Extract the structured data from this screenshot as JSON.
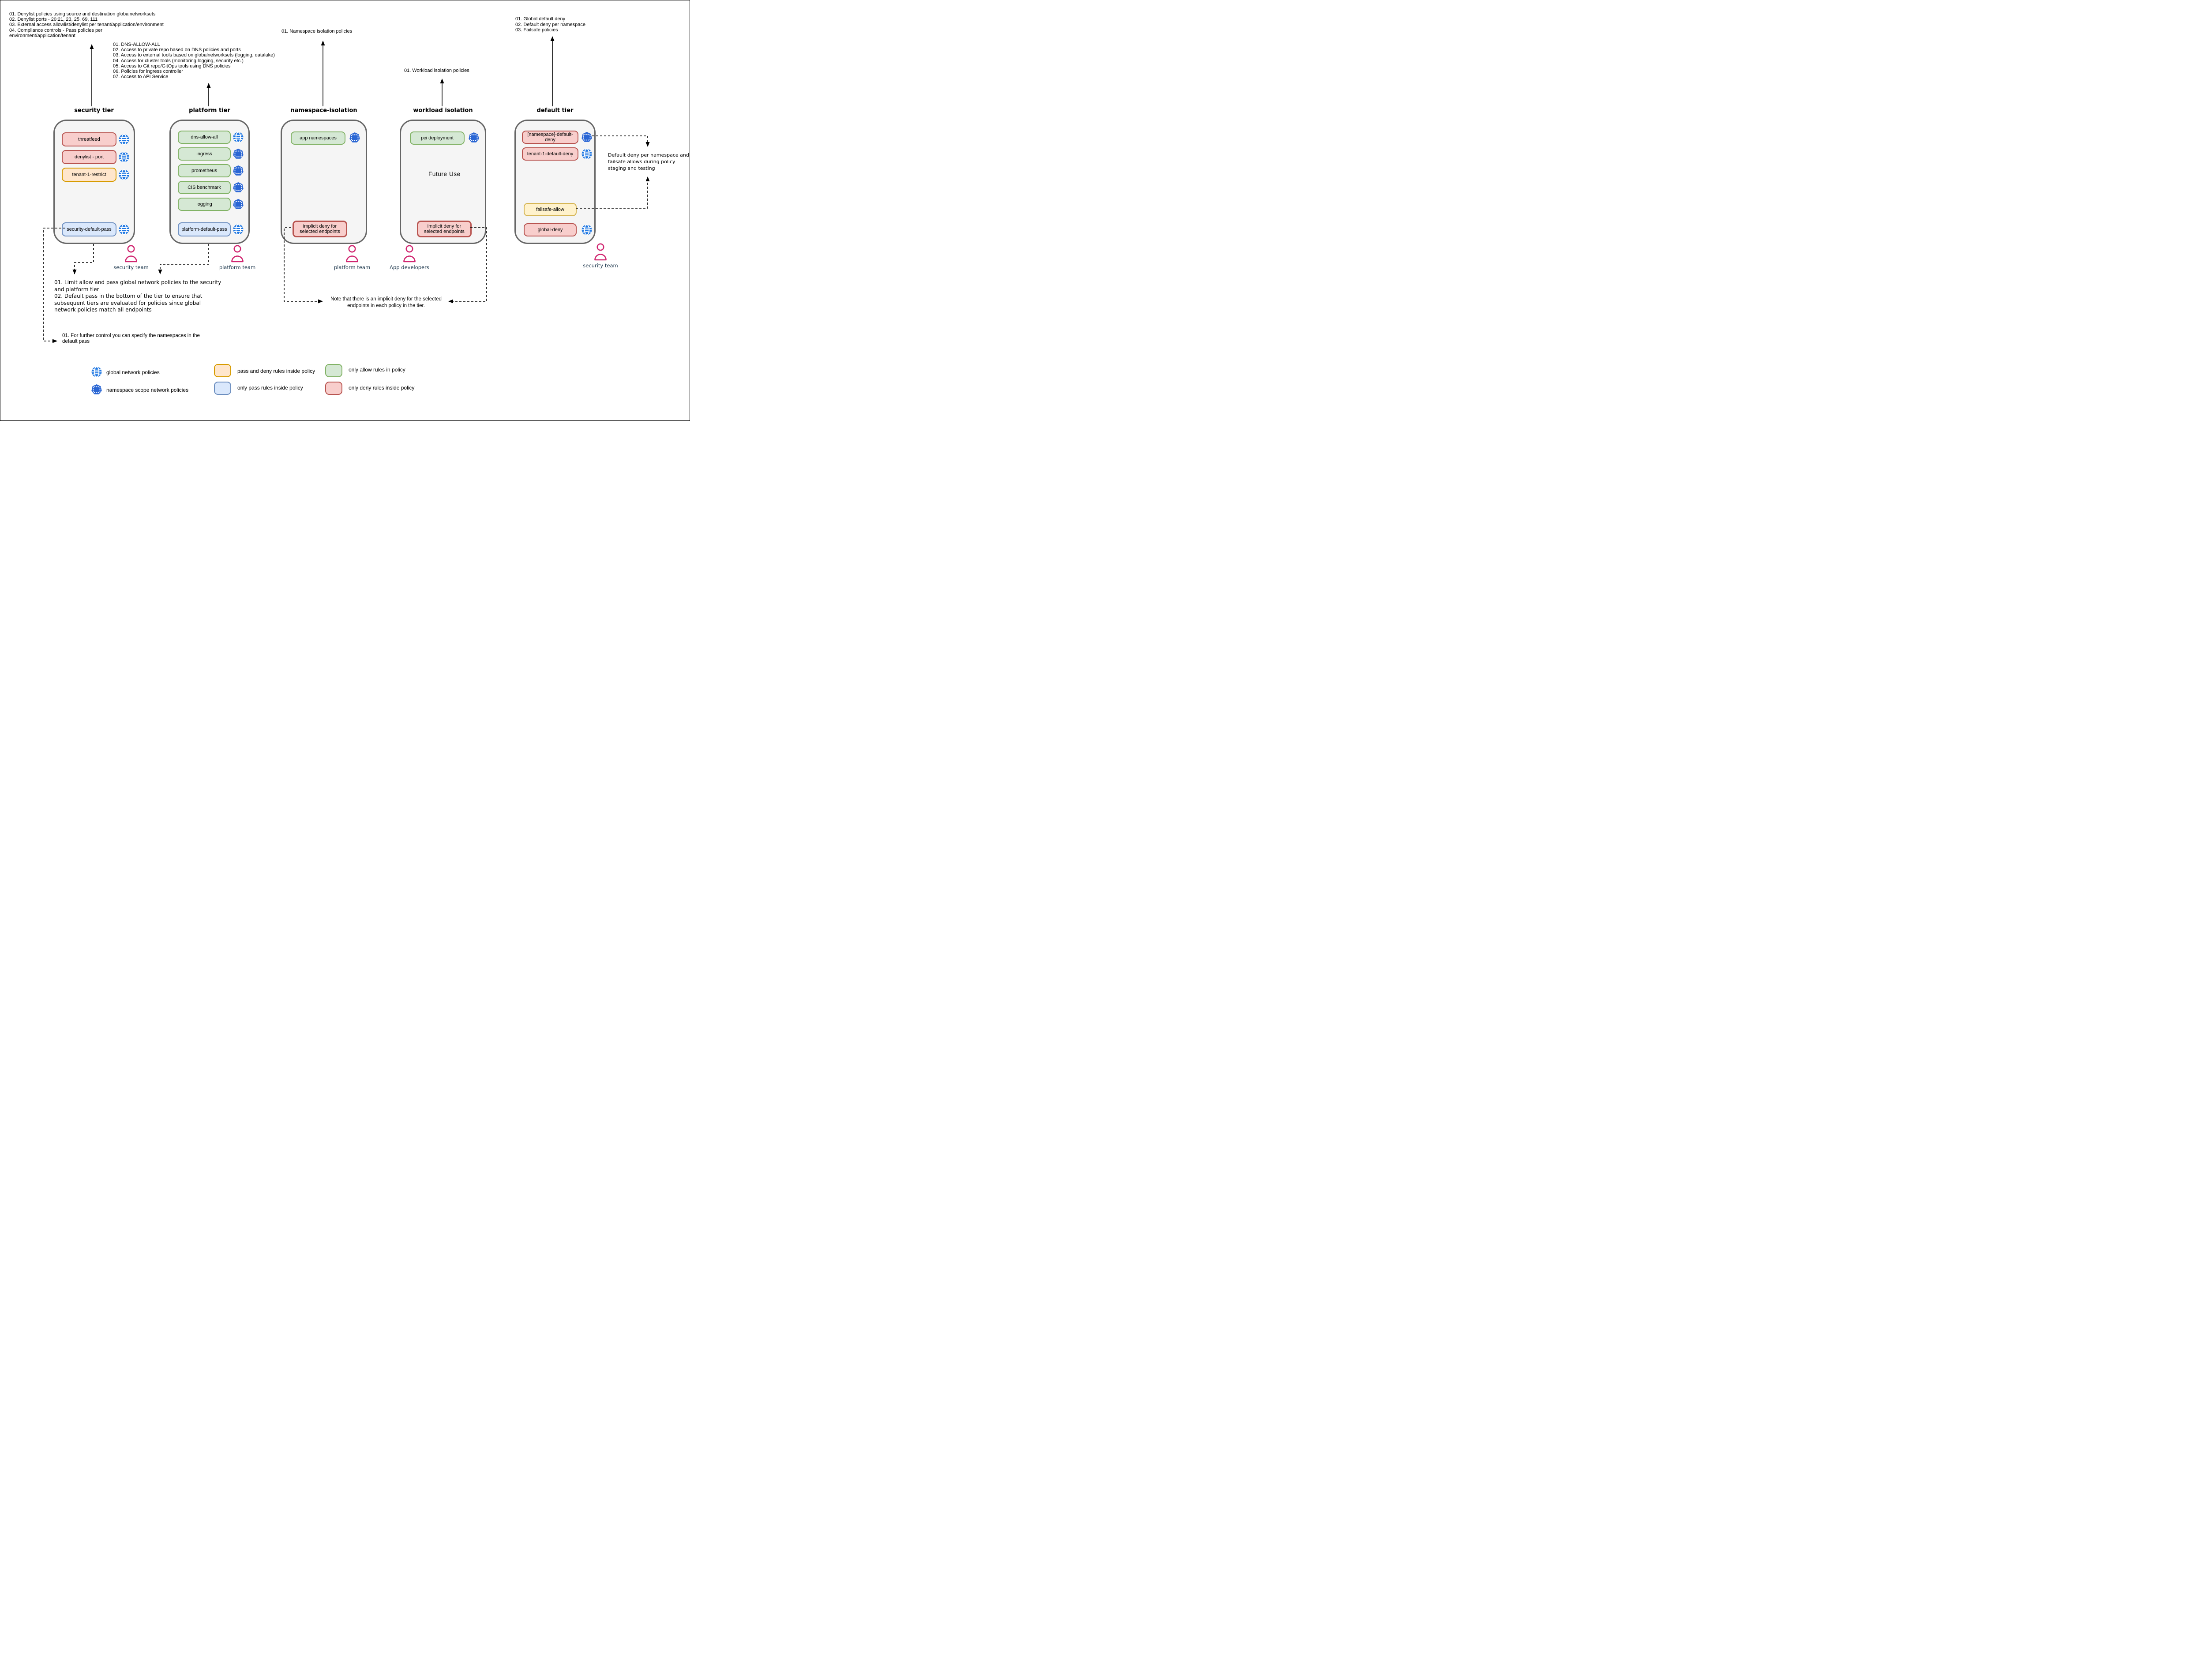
{
  "annotations": {
    "security_note": [
      "01. Denylist policies using source and destination globalnetworksets",
      "02. Denylist ports - 20:21, 23, 25, 69, 111",
      "03. External access allowlist/denylist per tenant/application/environment",
      "04. Compliance controls - Pass policies per",
      "environment/application/tenant"
    ],
    "platform_note": [
      "01. DNS-ALLOW-ALL",
      "02. Access to private repo based on DNS policies and ports",
      "03. Access to external tools based on globalnetworksets (logging, datalake)",
      "04. Access for cluster tools (monitoring,logging, security etc.)",
      "05. Access to Git repo/GitOps tools using DNS policies",
      "06. Policies for ingress controller",
      "07. Access to API Service"
    ],
    "namespace_note": "01. Namespace isolation policies",
    "workload_note": "01. Workload isolation policies",
    "default_note": [
      "01. Global default deny",
      "02. Default deny per namespace",
      "03. Failsafe policies"
    ],
    "tier_pass_note": [
      "01. Limit allow and pass global network policies to the security",
      "and platform tier",
      "02. Default pass in the bottom of the tier to ensure that",
      "subsequent tiers are evaluated for policies since global",
      "network policies match all endpoints"
    ],
    "further_control_note": [
      "01. For further control you can specify the namespaces in the",
      "default pass"
    ],
    "implicit_deny_note": [
      "Note that there is an implicit deny for the selected",
      "endpoints in each policy in the tier."
    ],
    "staging_note": [
      "Default deny per namespace and",
      "failsafe allows during policy",
      "staging and testing"
    ]
  },
  "tiers": {
    "security": {
      "title": "security tier",
      "policies": {
        "threatfeed": "threatfeed",
        "denylist_port": "denylist - port",
        "tenant_1_restrict": "tenant-1-restrict",
        "security_default_pass": "security-default-pass"
      }
    },
    "platform": {
      "title": "platform tier",
      "policies": {
        "dns_allow_all": "dns-allow-all",
        "ingress": "ingress",
        "prometheus": "prometheus",
        "cis_benchmark": "CIS benchmark",
        "logging": "logging",
        "platform_default_pass": "platform-default-pass"
      }
    },
    "namespace_isolation": {
      "title": "namespace-isolation",
      "policies": {
        "app_namespaces": "app namespaces",
        "implicit_deny": "implicit deny for selected endpoints"
      }
    },
    "workload_isolation": {
      "title": "workload isolation",
      "future_use": "Future Use",
      "policies": {
        "pci_deployment": "pci deployment",
        "implicit_deny": "implicit deny for selected endpoints"
      }
    },
    "default": {
      "title": "default tier",
      "policies": {
        "namespace_default_deny": "[namespace]-default-deny",
        "tenant_1_default_deny": "tenant-1-default-deny",
        "failsafe_allow": "failsafe-allow",
        "global_deny": "global-deny"
      }
    }
  },
  "teams": {
    "security_left": "security team",
    "platform_left": "platform team",
    "platform_mid": "platform team",
    "app_developers": "App developers",
    "security_right": "security team"
  },
  "legend": {
    "global_network_policies": "global network policies",
    "namespace_scope": "namespace scope network policies",
    "pass_and_deny": "pass and deny rules inside policy",
    "only_pass": "only pass rules inside policy",
    "only_allow": "only allow rules in policy",
    "only_deny": "only deny rules inside policy"
  },
  "colors": {
    "tier_fill": "#f5f5f5",
    "tier_stroke": "#666666",
    "red_fill": "#f8cecc",
    "red_stroke": "#b85450",
    "green_fill": "#d5e8d4",
    "green_stroke": "#82b366",
    "blue_fill": "#dae8fc",
    "blue_stroke": "#6c8ebf",
    "orange_fill": "#ffe6cc",
    "orange_stroke": "#d79b00",
    "yellow_fill": "#fff2cc",
    "yellow_stroke": "#d6b656",
    "globe_blue": "#1d76e2",
    "heptagon_blue": "#2a66d4",
    "person_pink": "#d02670",
    "team_label": "#203a4f",
    "line_black": "#000000"
  }
}
